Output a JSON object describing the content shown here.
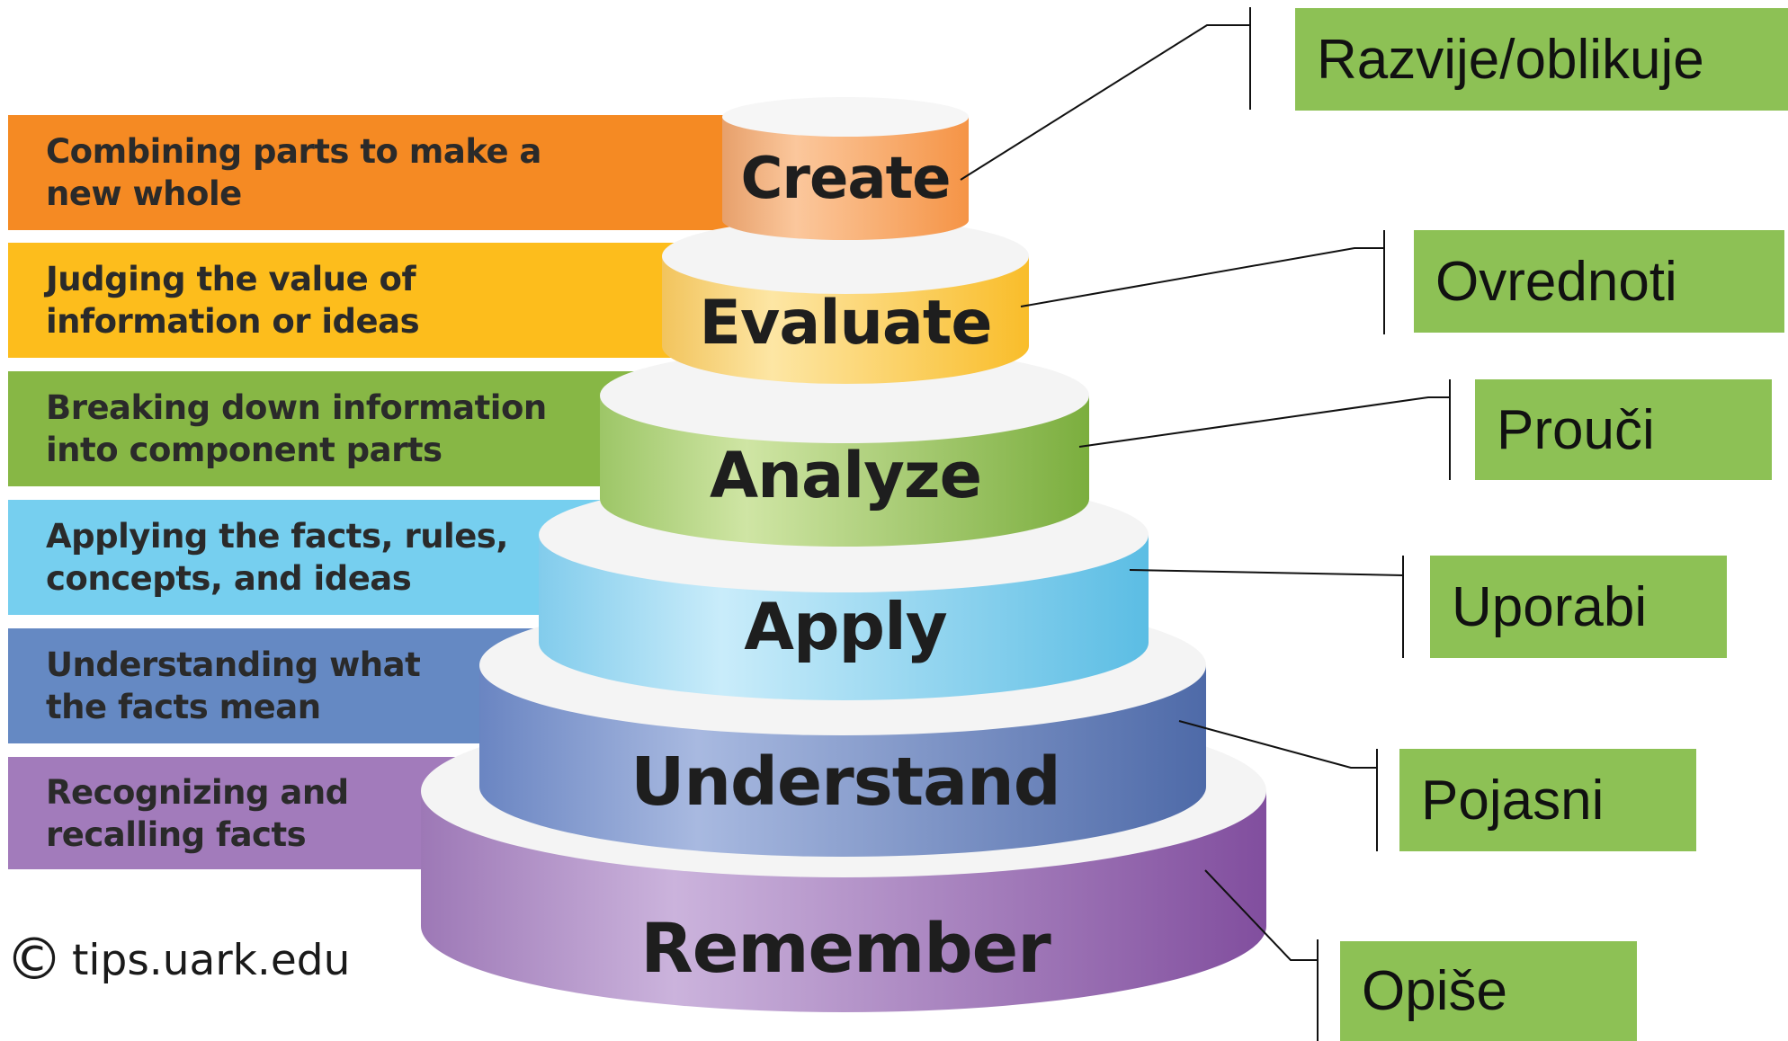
{
  "levels": [
    {
      "name": "Create",
      "description": "Combining parts to make a\nnew whole",
      "translation": "Razvije/oblikuje",
      "color": "#f58a23"
    },
    {
      "name": "Evaluate",
      "description": "Judging the value of\ninformation or ideas",
      "translation": "Ovrednoti",
      "color": "#fdbd1c"
    },
    {
      "name": "Analyze",
      "description": "Breaking down information\ninto component parts",
      "translation": "Prouči",
      "color": "#87b745"
    },
    {
      "name": "Apply",
      "description": "Applying the facts, rules,\nconcepts, and ideas",
      "translation": "Uporabi",
      "color": "#76cfef"
    },
    {
      "name": "Understand",
      "description": "Understanding what\nthe facts mean",
      "translation": "Pojasni",
      "color": "#6589c3"
    },
    {
      "name": "Remember",
      "description": "Recognizing and\nrecalling facts",
      "translation": "Opiše",
      "color": "#a27bbb"
    }
  ],
  "translation_box_color": "#8dc155",
  "credit": {
    "symbol": "©",
    "text": "tips.uark.edu"
  }
}
